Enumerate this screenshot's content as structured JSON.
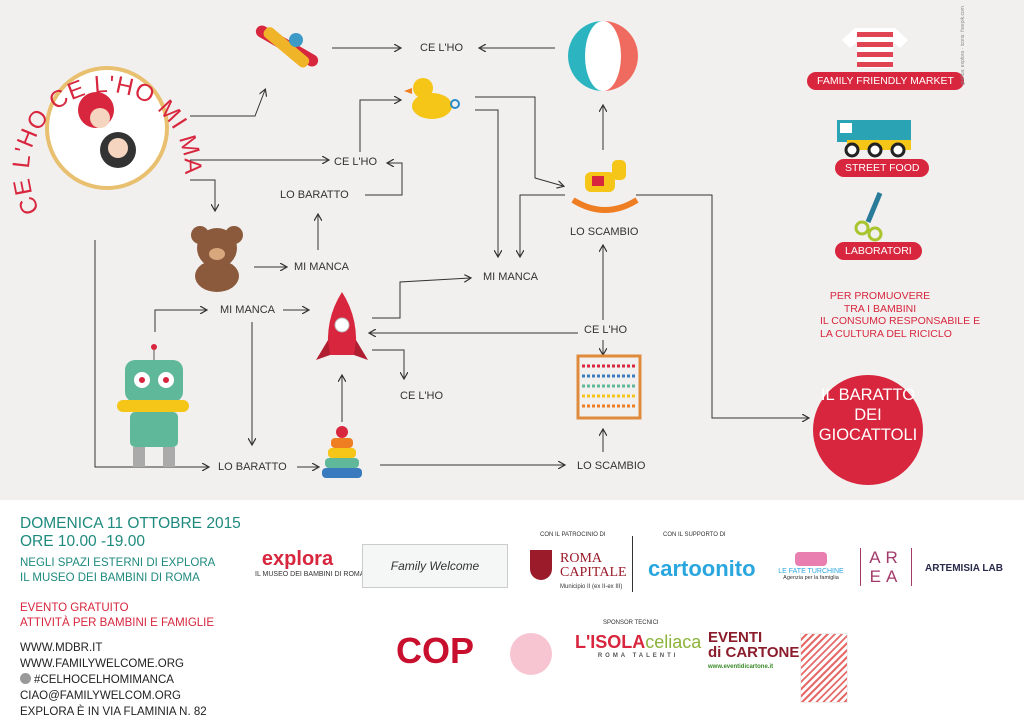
{
  "title_arc": "CE L'HO CE L'HO MI MANCA",
  "flow_labels": {
    "ce_lho_1": "CE L'HO",
    "ce_lho_2": "CE L'HO",
    "lo_baratto_1": "LO BARATTO",
    "mi_manca_1": "MI MANCA",
    "mi_manca_2": "MI MANCA",
    "mi_manca_3": "MI MANCA",
    "lo_scambio_1": "LO SCAMBIO",
    "ce_lho_3": "CE L'HO",
    "ce_lho_4": "CE L'HO",
    "lo_baratto_2": "LO BARATTO",
    "lo_scambio_2": "LO SCAMBIO"
  },
  "sidebar": {
    "pills": [
      "FAMILY FRIENDLY MARKET",
      "STREET FOOD",
      "LABORATORI"
    ],
    "promo": [
      "PER PROMUOVERE",
      "TRA I BAMBINI",
      "IL CONSUMO RESPONSABILE E",
      "LA CULTURA DEL RICICLO"
    ],
    "badge": [
      "IL BARATTO",
      "DEI",
      "GIOCATTOLI"
    ],
    "credit": "grafica: explora · icons: freepik.com"
  },
  "event": {
    "date": "DOMENICA 11 OTTOBRE 2015",
    "hours": "ORE 10.00 -19.00",
    "place": [
      "NEGLI SPAZI ESTERNI DI EXPLORA",
      "IL MUSEO DEI BAMBINI DI ROMA"
    ],
    "free": [
      "EVENTO GRATUITO",
      "ATTIVITÀ PER BAMBINI E FAMIGLIE"
    ],
    "contacts": [
      "WWW.MDBR.IT",
      "WWW.FAMILYWELCOME.ORG",
      "#CELHOCELHOMIMANCA",
      "CIAO@FAMILYWELCOM.ORG",
      "EXPLORA È IN  VIA FLAMINIA N. 82"
    ]
  },
  "sponsors": {
    "patrocinio_label": "CON IL PATROCINIO DI",
    "supporto_label": "CON IL SUPPORTO DI",
    "tecnici_label": "SPONSOR TECNICI",
    "explora": [
      "explora",
      "IL MUSEO DEI BAMBINI DI ROMA"
    ],
    "family_welcome": "Family Welcome",
    "roma": [
      "ROMA",
      "CAPITALE",
      "Municipio II (ex II-ex III)"
    ],
    "cartoonito": "cartoonito",
    "fate": [
      "LE FATE TURCHINE",
      "Agenzia per la famiglia"
    ],
    "area": [
      "AR",
      "EA"
    ],
    "artemisia": "ARTEMISIA LAB",
    "cop": "COP",
    "isola": [
      "L'ISOLA",
      "celiaca",
      "ROMA TALENTI"
    ],
    "eventi": [
      "EVENTI",
      "di CARTONE",
      "www.eventidicartone.it"
    ]
  }
}
